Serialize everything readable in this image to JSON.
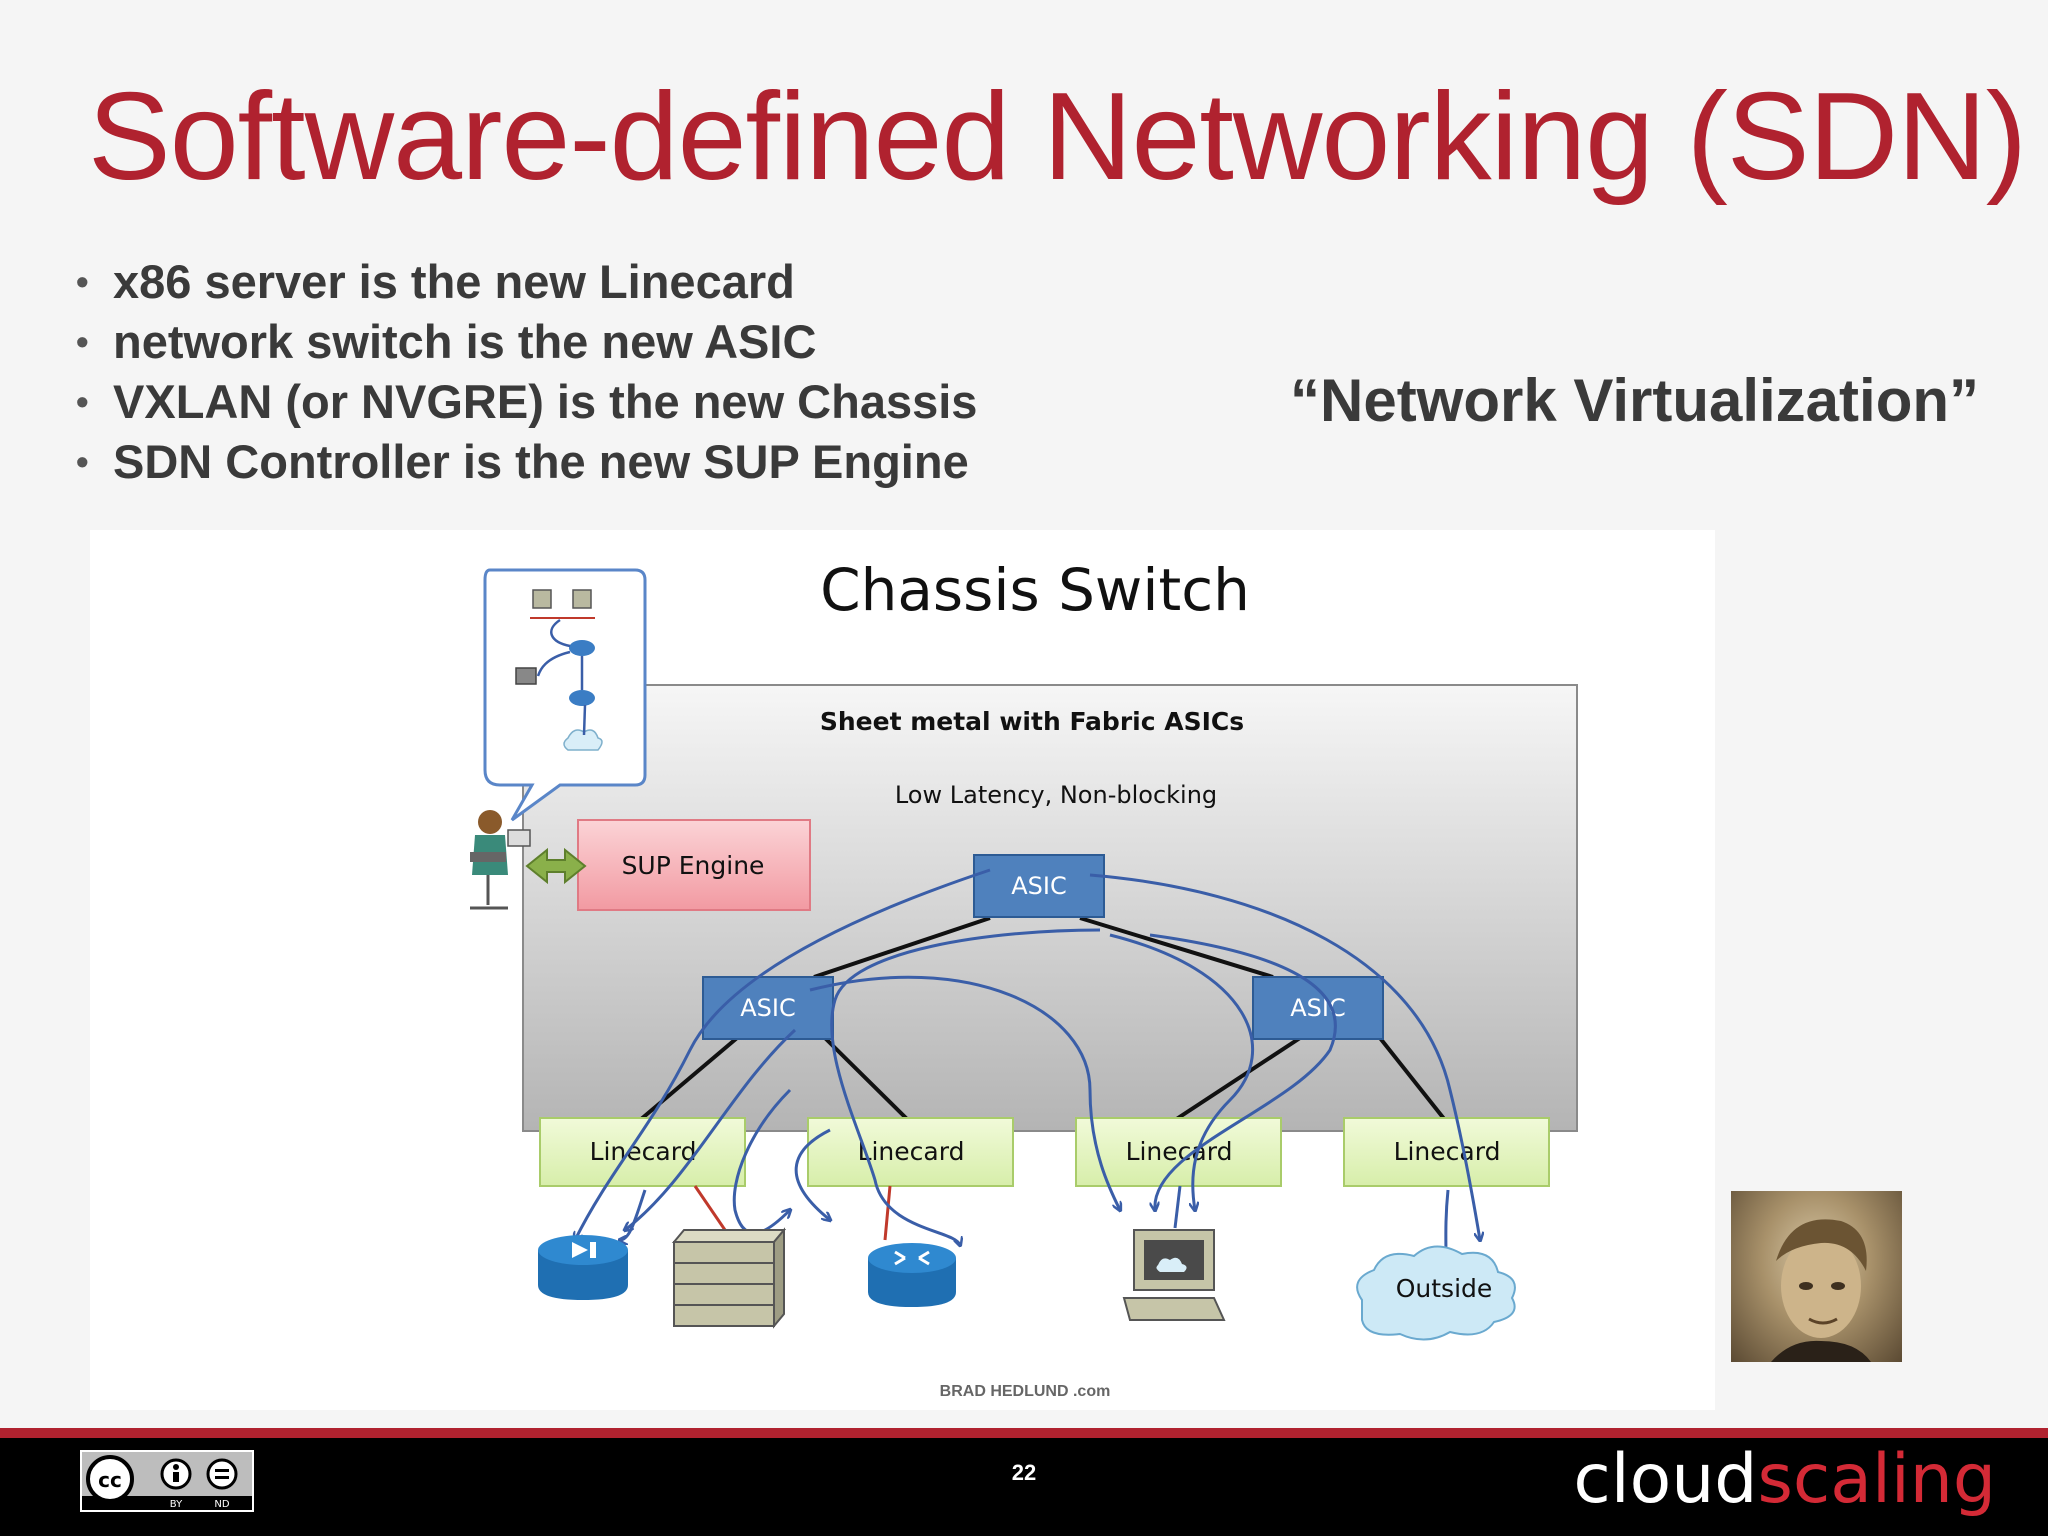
{
  "slide": {
    "title": "Software-defined Networking (SDN)",
    "bullets": [
      "x86 server is the new Linecard",
      "network switch is the new ASIC",
      "VXLAN (or NVGRE) is the new Chassis",
      "SDN Controller is the new SUP Engine"
    ],
    "bullet_symbol": "•",
    "quote": "“Network Virtualization”",
    "page_number": "22",
    "license": {
      "by": "BY",
      "nd": "ND"
    },
    "logo": {
      "part1": "cloud",
      "part2": "scaling"
    }
  },
  "diagram": {
    "title": "Chassis Switch",
    "chassis_label": "Sheet metal with Fabric ASICs",
    "chassis_sublabel": "Low Latency, Non-blocking",
    "sup_engine": "SUP Engine",
    "asic_top": "ASIC",
    "asic_left": "ASIC",
    "asic_right": "ASIC",
    "linecards": [
      "Linecard",
      "Linecard",
      "Linecard",
      "Linecard"
    ],
    "outside_label": "Outside",
    "credit": "BRAD HEDLUND .com"
  },
  "colors": {
    "title_red": "#b0222f",
    "asic_blue": "#4f81bd",
    "linecard_green": "#e6f5c6",
    "sup_pink": "#f7b7bc",
    "arrow_blue": "#3a5ea8"
  }
}
